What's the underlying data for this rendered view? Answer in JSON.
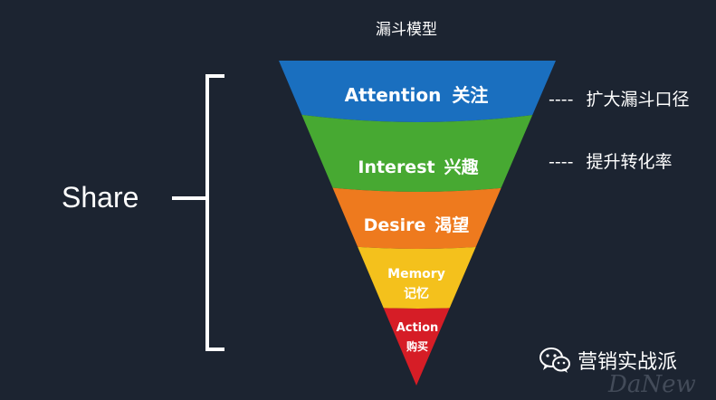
{
  "title": "漏斗模型",
  "share_label": "Share",
  "funnel": {
    "stages": [
      {
        "en": "Attention",
        "zh": "关注",
        "color": "#1a6fbf"
      },
      {
        "en": "Interest",
        "zh": "兴趣",
        "color": "#47a932"
      },
      {
        "en": "Desire",
        "zh": "渴望",
        "color": "#ee7a1e"
      },
      {
        "en": "Memory",
        "zh": "记忆",
        "color": "#f4c11c"
      },
      {
        "en": "Action",
        "zh": "购买",
        "color": "#d61d26"
      }
    ]
  },
  "annotations": [
    {
      "dash": "----",
      "text": "扩大漏斗口径"
    },
    {
      "dash": "----",
      "text": "提升转化率"
    }
  ],
  "wechat": {
    "name": "营销实战派",
    "icon": "wechat-icon"
  },
  "watermark": "DaNew"
}
